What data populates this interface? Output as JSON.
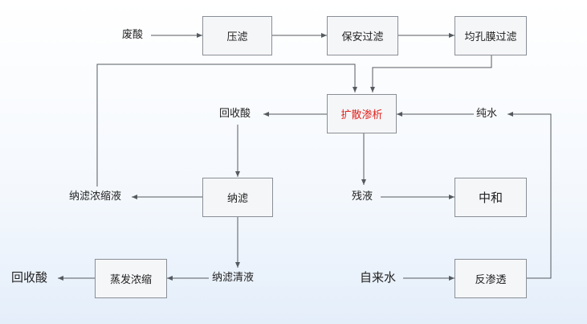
{
  "boxes": {
    "press_filter": "压滤",
    "security_filter": "保安过滤",
    "micropore_filter": "均孔膜过滤",
    "diffusion_dialysis": "扩散渗析",
    "nanofiltration": "纳滤",
    "neutralize": "中和",
    "evaporation": "蒸发浓缩",
    "reverse_osmosis": "反渗透"
  },
  "labels": {
    "waste_acid": "废酸",
    "recovered_acid_top": "回收酸",
    "pure_water": "纯水",
    "nf_concentrate": "纳滤浓缩液",
    "residual": "残液",
    "nf_permeate": "纳滤清液",
    "recovered_acid_bottom": "回收酸",
    "tap_water": "自来水"
  },
  "colors": {
    "line": "#555a60",
    "box_border": "#8a8f96",
    "highlight_text": "#e0241c"
  }
}
